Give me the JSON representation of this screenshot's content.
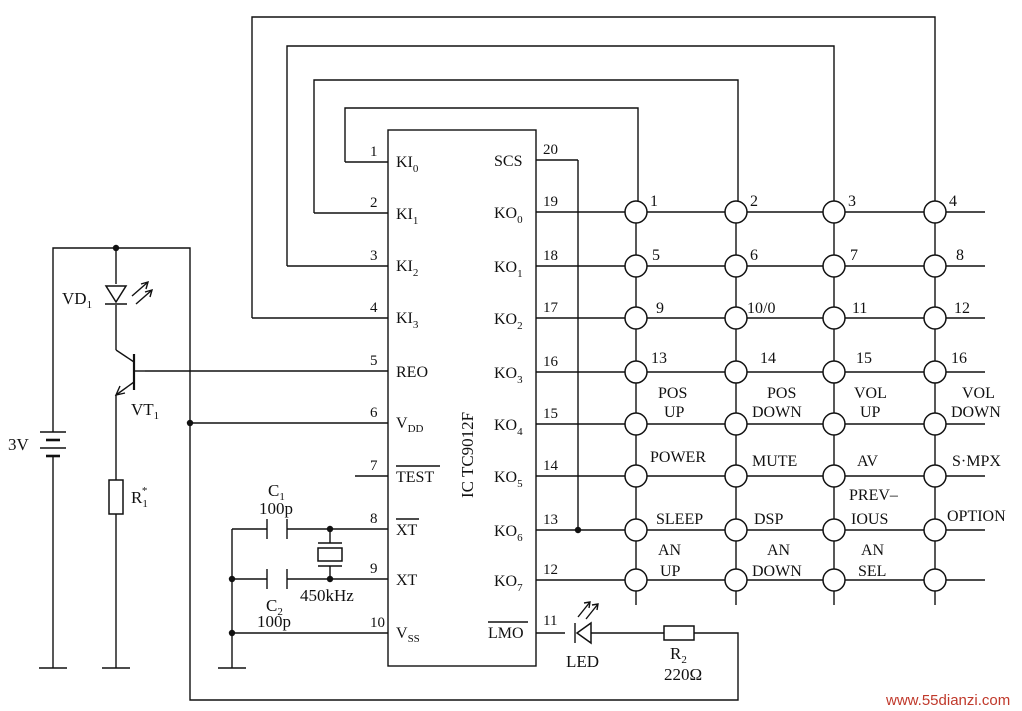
{
  "ic": {
    "part": "IC TC9012F"
  },
  "pins": {
    "left": [
      {
        "num": "1",
        "name": "KI",
        "sub": "0"
      },
      {
        "num": "2",
        "name": "KI",
        "sub": "1"
      },
      {
        "num": "3",
        "name": "KI",
        "sub": "2"
      },
      {
        "num": "4",
        "name": "KI",
        "sub": "3"
      },
      {
        "num": "5",
        "name": "REO"
      },
      {
        "num": "6",
        "name": "V",
        "sub": "DD"
      },
      {
        "num": "7",
        "name": "TEST"
      },
      {
        "num": "8",
        "name": "XT"
      },
      {
        "num": "9",
        "name": "XT"
      },
      {
        "num": "10",
        "name": "V",
        "sub": "SS"
      }
    ],
    "right": [
      {
        "num": "20",
        "name": "SCS"
      },
      {
        "num": "19",
        "name": "KO",
        "sub": "0"
      },
      {
        "num": "18",
        "name": "KO",
        "sub": "1"
      },
      {
        "num": "17",
        "name": "KO",
        "sub": "2"
      },
      {
        "num": "16",
        "name": "KO",
        "sub": "3"
      },
      {
        "num": "15",
        "name": "KO",
        "sub": "4"
      },
      {
        "num": "14",
        "name": "KO",
        "sub": "5"
      },
      {
        "num": "13",
        "name": "KO",
        "sub": "6"
      },
      {
        "num": "12",
        "name": "KO",
        "sub": "7"
      },
      {
        "num": "11",
        "name": "LMO"
      }
    ]
  },
  "keys": [
    "1",
    "2",
    "3",
    "4",
    "5",
    "6",
    "7",
    "8",
    "9",
    "10/0",
    "11",
    "12",
    "13",
    "14",
    "15",
    "16"
  ],
  "functions": {
    "pos_up": [
      "POS",
      "UP"
    ],
    "pos_down": [
      "POS",
      "DOWN"
    ],
    "vol_up": [
      "VOL",
      "UP"
    ],
    "vol_down": [
      "VOL",
      "DOWN"
    ],
    "power": "POWER",
    "mute": "MUTE",
    "av": "AV",
    "smpx": "S·MPX",
    "sleep": "SLEEP",
    "dsp": "DSP",
    "previous": [
      "PREV–",
      "IOUS"
    ],
    "option": "OPTION",
    "an_up": [
      "AN",
      "UP"
    ],
    "an_down": [
      "AN",
      "DOWN"
    ],
    "an_sel": [
      "AN",
      "SEL"
    ]
  },
  "components": {
    "battery": "3V",
    "vd1": {
      "name": "VD",
      "sub": "1"
    },
    "vt1": {
      "name": "VT",
      "sub": "1"
    },
    "r1": {
      "name": "R",
      "sub": "1",
      "mark": "*"
    },
    "c1": {
      "name": "C",
      "sub": "1",
      "value": "100p"
    },
    "c2": {
      "name": "C",
      "sub": "2",
      "value": "100p"
    },
    "crystal": "450kHz",
    "led": "LED",
    "r2": {
      "name": "R",
      "sub": "2",
      "value": "220Ω"
    }
  },
  "watermark": "www.55dianzi.com"
}
